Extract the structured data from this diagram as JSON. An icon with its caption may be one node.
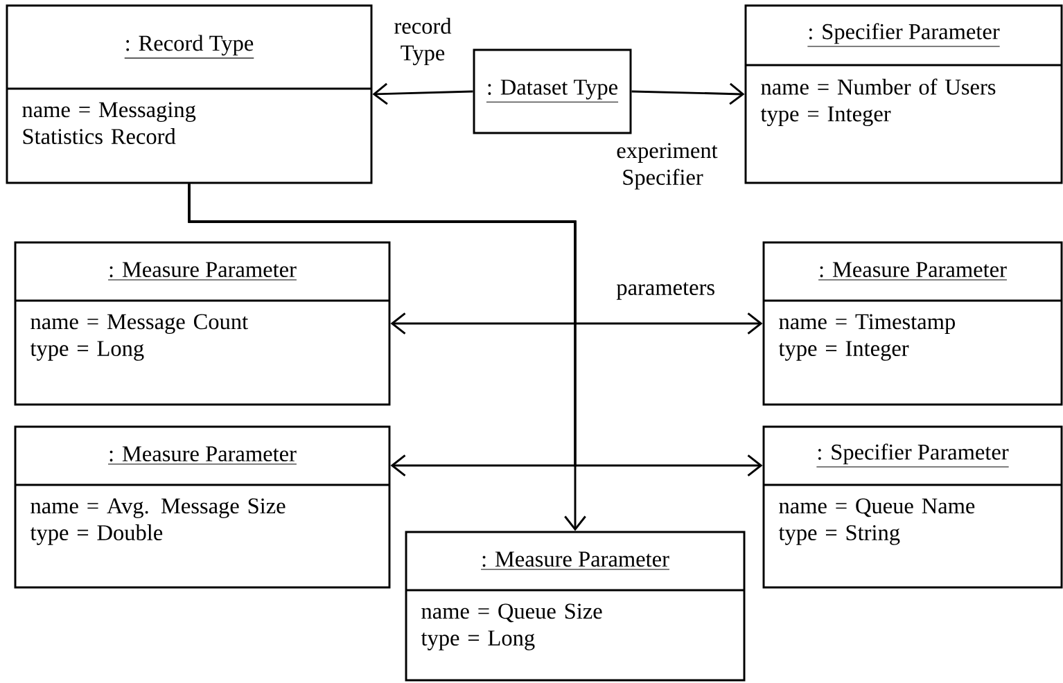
{
  "diagram": {
    "nodes": [
      {
        "text": [
          ": Record Type",
          "name = Messaging Statistics Record"
        ]
      },
      {
        "text": [
          ": Dataset Type"
        ]
      },
      {
        "text": [
          ": Specifier Parameter",
          "name = Number of Users",
          "type = Integer"
        ]
      },
      {
        "text": [
          ": Measure Parameter",
          "name = Message Count",
          "type = Long"
        ]
      },
      {
        "text": [
          ": Measure Parameter",
          "name = Timestamp",
          "type = Integer"
        ]
      },
      {
        "text": [
          ": Measure Parameter",
          "name = Avg. Message Size",
          "type = Double"
        ]
      },
      {
        "text": [
          ": Specifier Parameter",
          "name = Queue Name",
          "type = String"
        ]
      },
      {
        "text": [
          ": Measure Parameter",
          "name = Queue Size",
          "type = Long"
        ]
      }
    ],
    "edges": [
      {
        "from": 1,
        "to": 0,
        "arrow": "to",
        "label": "record Type"
      },
      {
        "from": 1,
        "to": 2,
        "arrow": "to",
        "label": "experiment Specifier"
      },
      {
        "from": 0,
        "to": 3,
        "arrow": "to"
      },
      {
        "from": 0,
        "to": 4,
        "arrow": "to",
        "label": "parameters"
      },
      {
        "from": 0,
        "to": 5,
        "arrow": "to"
      },
      {
        "from": 0,
        "to": 6,
        "arrow": "to"
      },
      {
        "from": 0,
        "to": 7,
        "arrow": "to"
      }
    ]
  }
}
